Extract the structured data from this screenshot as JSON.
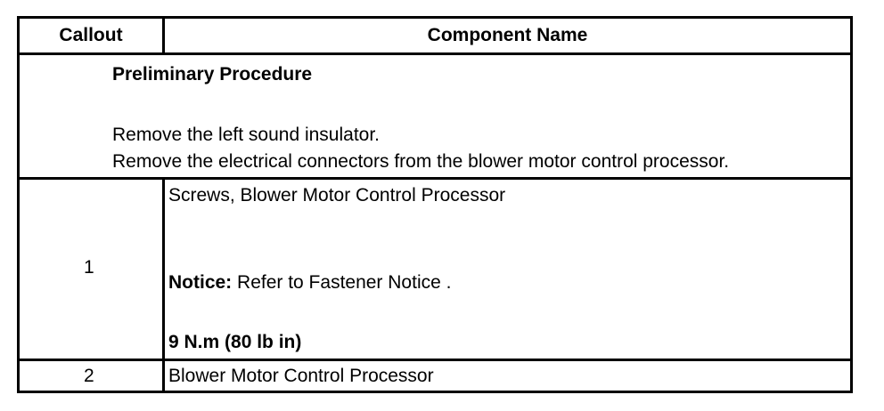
{
  "table": {
    "headers": {
      "callout": "Callout",
      "component_name": "Component Name"
    },
    "preliminary": {
      "title": "Preliminary Procedure",
      "steps": [
        "Remove the left sound insulator.",
        "Remove the electrical connectors from the blower motor control processor."
      ]
    },
    "rows": [
      {
        "callout": "1",
        "component": "Screws, Blower Motor Control Processor",
        "notice_label": "Notice:",
        "notice_text": " Refer to Fastener Notice .",
        "torque": "9 N.m (80 lb in)"
      },
      {
        "callout": "2",
        "component": "Blower Motor Control Processor"
      }
    ]
  }
}
